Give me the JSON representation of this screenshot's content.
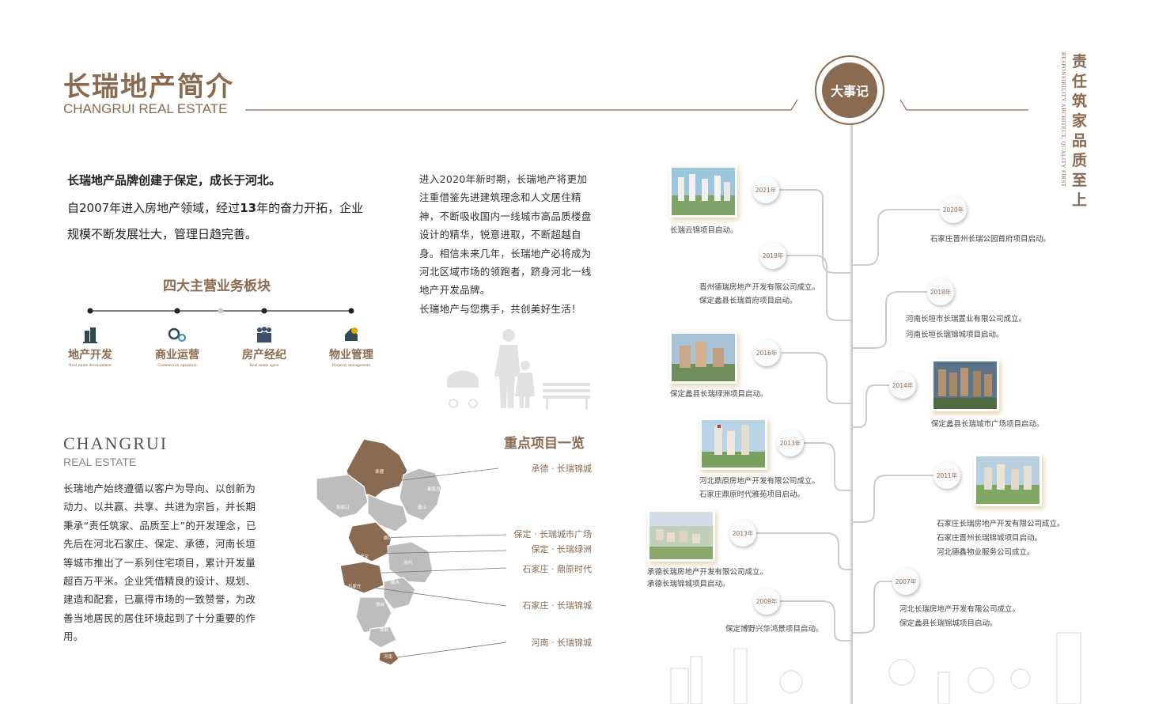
{
  "header": {
    "title_cn": "长瑞地产简介",
    "title_en": "CHANGRUI REAL ESTATE"
  },
  "intro": {
    "headline": "长瑞地产品牌创建于保定，成长于河北。",
    "body_pre": "自2007年进入房地产领域，经过",
    "body_num": "13",
    "body_post": "年的奋力开拓，企业规模不断发展壮大，管理日趋完善。"
  },
  "mid_text": "进入2020年新时期，长瑞地产将更加注重借鉴先进建筑理念和人文居住精神，不断吸收国内一线城市高品质楼盘设计的精华，锐意进取，不断超越自身。相信未来几年，长瑞地产必将成为河北区域市场的领跑者，跻身河北一线地产开发品牌。",
  "mid_closing": "长瑞地产与您携手，共创美好生活！",
  "business": {
    "title": "四大主营业务板块",
    "items": [
      {
        "cn": "地产开发",
        "en": "Real estate development",
        "icon": "buildings-icon"
      },
      {
        "cn": "商业运营",
        "en": "Commercial operation",
        "icon": "gears-icon"
      },
      {
        "cn": "房产经纪",
        "en": "Real estate agent",
        "icon": "people-icon"
      },
      {
        "cn": "物业管理",
        "en": "Property management",
        "icon": "house-gear-icon"
      }
    ]
  },
  "changrui": {
    "title": "CHANGRUI",
    "subtitle": "REAL ESTATE",
    "body": "长瑞地产始终遵循以客户为导向、以创新为动力、以共赢、共享、共进为宗旨，并长期秉承“责任筑家、品质至上”的开发理念，已先后在河北石家庄、保定、承德，河南长垣等城市推出了一系列住宅项目，累计开发量超百万平米。企业凭借精良的设计、规划、建造和配套，已赢得市场的一致赞誉，为改善当地居民的居住环境起到了十分重要的作用。"
  },
  "projects": {
    "title": "重点项目一览",
    "items": [
      "承德 · 长瑞锦城",
      "保定 · 长瑞城市广场",
      "保定 · 长瑞绿洲",
      "石家庄 · 鼎原时代",
      "石家庄 · 长瑞锦城",
      "河南 · 长瑞锦城"
    ]
  },
  "map_labels": [
    "承德",
    "秦皇岛",
    "张家口",
    "唐山",
    "廊坊",
    "保定",
    "沧州",
    "石家庄",
    "衡水",
    "邢台",
    "邯郸",
    "河南"
  ],
  "timeline": {
    "badge": "大事记",
    "events": [
      {
        "year": "2021年",
        "lines": [
          "长瑞云锦项目启动。"
        ]
      },
      {
        "year": "2020年",
        "lines": [
          "石家庄晋州长瑞公园首府项目启动。"
        ]
      },
      {
        "year": "2019年",
        "lines": [
          "晋州德瑞房地产开发有限公司成立。",
          "保定蠡县长瑞首府项目启动。"
        ]
      },
      {
        "year": "2018年",
        "lines": [
          "河南长垣市长瑞置业有限公司成立。",
          "河南长垣长瑞锦城项目启动。"
        ]
      },
      {
        "year": "2016年",
        "lines": [
          "保定蠡县长瑞绿洲项目启动。"
        ]
      },
      {
        "year": "2014年",
        "lines": [
          "保定蠡县长瑞城市广场项目启动。"
        ]
      },
      {
        "year": "2013年",
        "lines": [
          "河北鼎原房地产开发有限公司成立。",
          "石家庄鼎原时代雅苑项目启动。"
        ]
      },
      {
        "year": "2011年",
        "lines": [
          "石家庄长瑞房地产开发有限公司成立。",
          "石家庄晋州长瑞锦城项目启动。",
          "河北德鑫物业服务公司成立。"
        ]
      },
      {
        "year": "2013年",
        "lines": [
          "承德长瑞房地产开发有限公司成立。",
          "承德长瑞锦城项目启动。"
        ]
      },
      {
        "year": "2007年",
        "lines": [
          "河北长瑞房地产开发有限公司成立。",
          "保定蠡县长瑞锦城项目启动。"
        ]
      },
      {
        "year": "2009年",
        "lines": [
          "保定博野兴华鸿景项目启动。"
        ]
      }
    ]
  },
  "slogan": {
    "cn": "责任筑家 品质至上",
    "en": "RESPONSIBILITY ARCHITECT, QUALITY FIRST"
  },
  "colors": {
    "accent": "#8a6a50",
    "line": "#cfcfcf"
  }
}
